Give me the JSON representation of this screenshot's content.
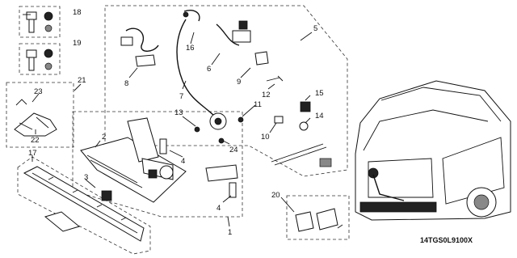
{
  "callouts": {
    "c1": "1",
    "c2": "2",
    "c3": "3",
    "c4a": "4",
    "c4b": "4",
    "c5": "5",
    "c6": "6",
    "c7": "7",
    "c8": "8",
    "c9": "9",
    "c10": "10",
    "c11": "11",
    "c12": "12",
    "c13": "13",
    "c14": "14",
    "c15": "15",
    "c16": "16",
    "c17": "17",
    "c18": "18",
    "c19": "19",
    "c20": "20",
    "c21": "21",
    "c22": "22",
    "c23": "23",
    "c24": "24"
  },
  "diagram_code": "14TGS0L9100X"
}
